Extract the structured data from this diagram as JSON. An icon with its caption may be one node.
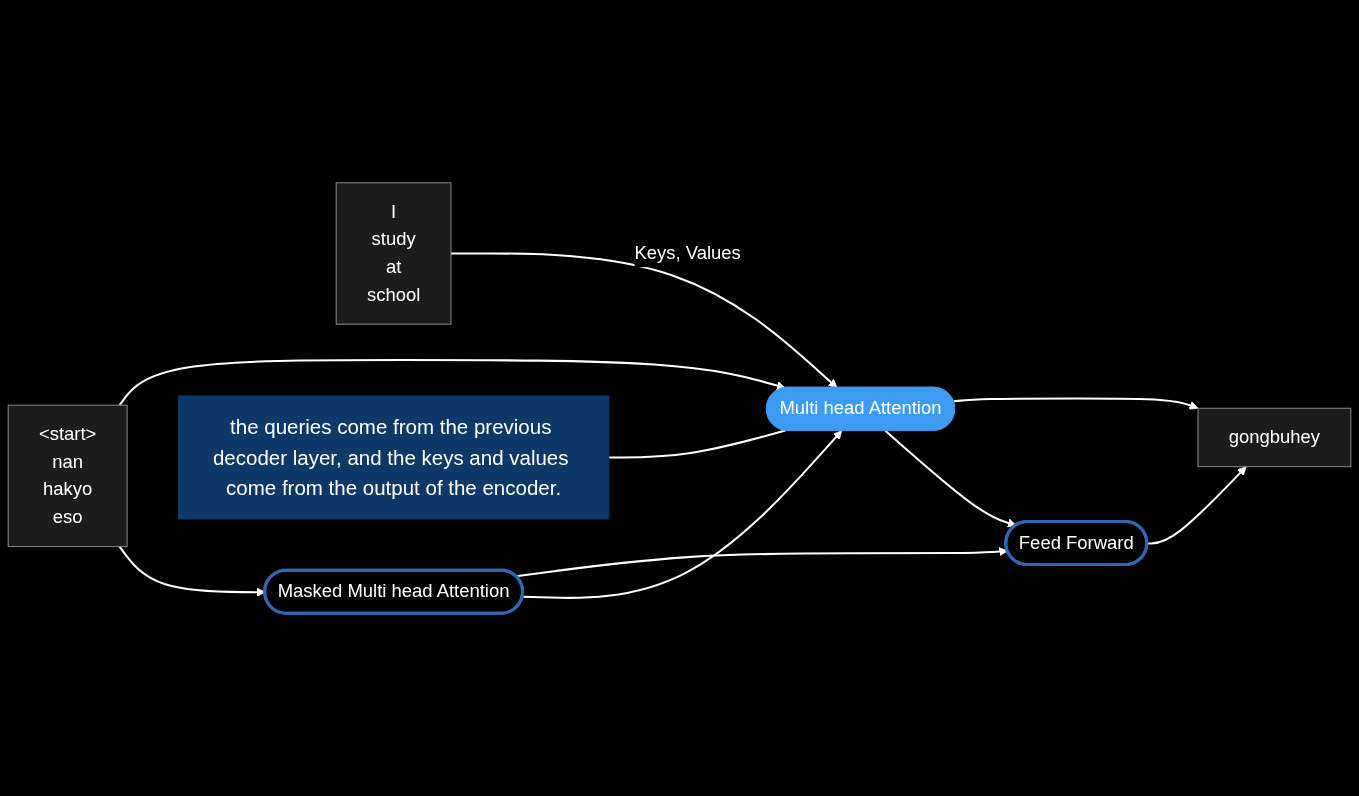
{
  "diagram": {
    "nodes": [
      {
        "text": [
          "I",
          "study",
          "at",
          "school"
        ]
      },
      {
        "text": [
          "<start>",
          "nan",
          "hakyo",
          "eso"
        ]
      },
      {
        "text": [
          "Masked Multi head Attention"
        ]
      },
      {
        "text": [
          "Multi head Attention"
        ]
      },
      {
        "text": [
          "Feed Forward"
        ]
      },
      {
        "text": [
          "gongbuhey"
        ]
      },
      {
        "text": [
          "the queries come from the previous decoder layer, and the keys and values come from the output of the encoder."
        ]
      }
    ],
    "edges": [
      {
        "from": 0,
        "to": 3,
        "arrow": "to",
        "label": "Keys, Values"
      },
      {
        "from": 1,
        "to": 2,
        "arrow": "to"
      },
      {
        "from": 1,
        "to": 3,
        "arrow": "to"
      },
      {
        "from": 2,
        "to": 3,
        "arrow": "to"
      },
      {
        "from": 2,
        "to": 4,
        "arrow": "to"
      },
      {
        "from": 3,
        "to": 4,
        "arrow": "to"
      },
      {
        "from": 3,
        "to": 5,
        "arrow": "to"
      },
      {
        "from": 4,
        "to": 5,
        "arrow": "to"
      },
      {
        "from": 6,
        "to": 3,
        "arrow": "none"
      }
    ]
  }
}
